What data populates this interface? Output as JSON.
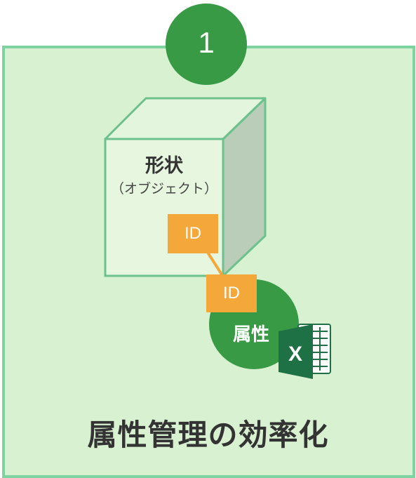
{
  "badge": {
    "number": "1"
  },
  "shape": {
    "title": "形状",
    "subtitle": "（オブジェクト）"
  },
  "tags": {
    "id_top": "ID",
    "id_bottom": "ID"
  },
  "attribute": {
    "label": "属性",
    "file_icon": "excel-icon"
  },
  "caption": "属性管理の効率化",
  "colors": {
    "panel_bg": "#d8f1d1",
    "panel_border": "#7fd3a0",
    "badge": "#399a46",
    "id_tag": "#f4a83a",
    "attr_circle": "#399a46",
    "excel_green": "#1e7145"
  }
}
